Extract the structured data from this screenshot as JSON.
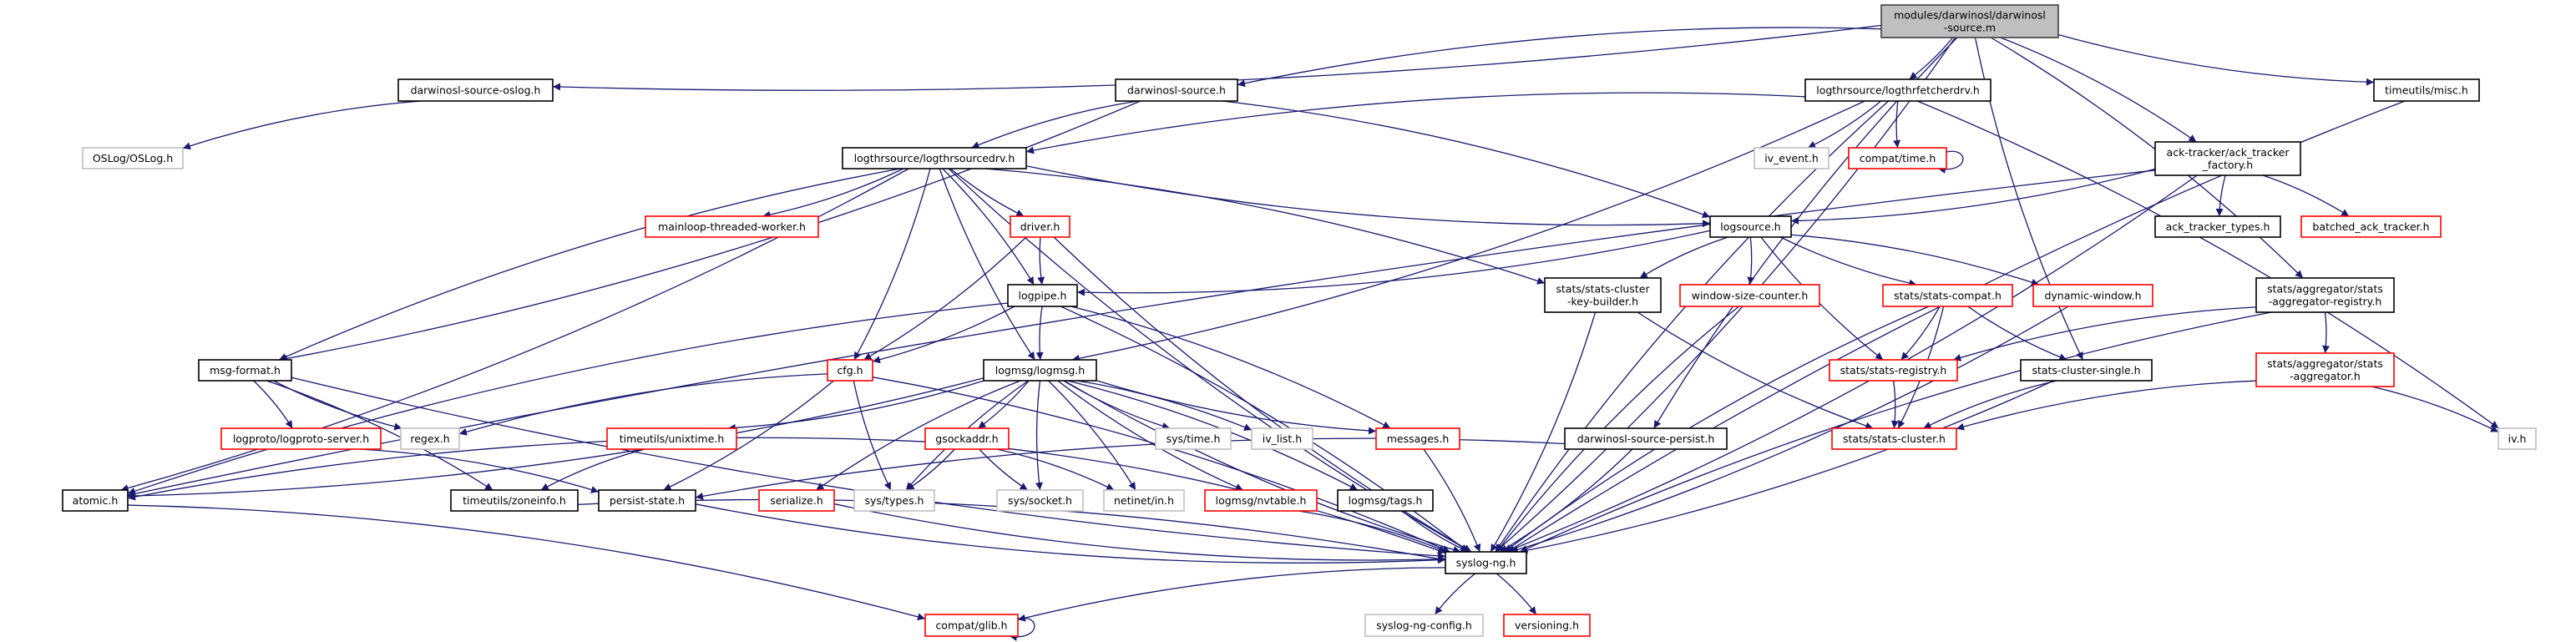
{
  "colors": {
    "edge": "#191970",
    "border_default": "#000000",
    "border_missing": "#ff0000",
    "border_external": "#bfbfbf",
    "root_fill": "#bfbfbf",
    "root_border": "#404040"
  },
  "nodes": [
    {
      "id": "root",
      "lines": [
        "modules/darwinosl/darwinosl",
        "-source.m"
      ],
      "kind": "root"
    },
    {
      "id": "oslog",
      "lines": [
        "darwinosl-source-oslog.h"
      ],
      "kind": "default"
    },
    {
      "id": "OSLog",
      "lines": [
        "OSLog/OSLog.h"
      ],
      "kind": "external"
    },
    {
      "id": "source_h",
      "lines": [
        "darwinosl-source.h"
      ],
      "kind": "default"
    },
    {
      "id": "fetcherdrv",
      "lines": [
        "logthrsource/logthrfetcherdrv.h"
      ],
      "kind": "default"
    },
    {
      "id": "misc",
      "lines": [
        "timeutils/misc.h"
      ],
      "kind": "default"
    },
    {
      "id": "sourcedrv",
      "lines": [
        "logthrsource/logthrsourcedrv.h"
      ],
      "kind": "default"
    },
    {
      "id": "iv_event",
      "lines": [
        "iv_event.h"
      ],
      "kind": "external"
    },
    {
      "id": "compat_time",
      "lines": [
        "compat/time.h"
      ],
      "kind": "missing"
    },
    {
      "id": "ack_factory",
      "lines": [
        "ack-tracker/ack_tracker",
        "_factory.h"
      ],
      "kind": "default"
    },
    {
      "id": "mainloop",
      "lines": [
        "mainloop-threaded-worker.h"
      ],
      "kind": "missing"
    },
    {
      "id": "driver",
      "lines": [
        "driver.h"
      ],
      "kind": "missing"
    },
    {
      "id": "logsource",
      "lines": [
        "logsource.h"
      ],
      "kind": "default"
    },
    {
      "id": "ack_types",
      "lines": [
        "ack_tracker_types.h"
      ],
      "kind": "default"
    },
    {
      "id": "batched",
      "lines": [
        "batched_ack_tracker.h"
      ],
      "kind": "missing"
    },
    {
      "id": "msg_format",
      "lines": [
        "msg-format.h"
      ],
      "kind": "default"
    },
    {
      "id": "cfg",
      "lines": [
        "cfg.h"
      ],
      "kind": "missing"
    },
    {
      "id": "logpipe",
      "lines": [
        "logpipe.h"
      ],
      "kind": "default"
    },
    {
      "id": "logmsg",
      "lines": [
        "logmsg/logmsg.h"
      ],
      "kind": "default"
    },
    {
      "id": "key_builder",
      "lines": [
        "stats/stats-cluster",
        "-key-builder.h"
      ],
      "kind": "default"
    },
    {
      "id": "wsc",
      "lines": [
        "window-size-counter.h"
      ],
      "kind": "missing"
    },
    {
      "id": "stats_compat",
      "lines": [
        "stats/stats-compat.h"
      ],
      "kind": "missing"
    },
    {
      "id": "dynwin",
      "lines": [
        "dynamic-window.h"
      ],
      "kind": "missing"
    },
    {
      "id": "agg_registry",
      "lines": [
        "stats/aggregator/stats",
        "-aggregator-registry.h"
      ],
      "kind": "default"
    },
    {
      "id": "logproto",
      "lines": [
        "logproto/logproto-server.h"
      ],
      "kind": "missing"
    },
    {
      "id": "regex",
      "lines": [
        "regex.h"
      ],
      "kind": "external"
    },
    {
      "id": "unixtime",
      "lines": [
        "timeutils/unixtime.h"
      ],
      "kind": "missing"
    },
    {
      "id": "gsockaddr",
      "lines": [
        "gsockaddr.h"
      ],
      "kind": "missing"
    },
    {
      "id": "sys_time",
      "lines": [
        "sys/time.h"
      ],
      "kind": "external"
    },
    {
      "id": "iv_list",
      "lines": [
        "iv_list.h"
      ],
      "kind": "external"
    },
    {
      "id": "messages",
      "lines": [
        "messages.h"
      ],
      "kind": "missing"
    },
    {
      "id": "persist_src",
      "lines": [
        "darwinosl-source-persist.h"
      ],
      "kind": "default"
    },
    {
      "id": "stats_registry",
      "lines": [
        "stats/stats-registry.h"
      ],
      "kind": "missing"
    },
    {
      "id": "cluster_single",
      "lines": [
        "stats-cluster-single.h"
      ],
      "kind": "default"
    },
    {
      "id": "aggregator",
      "lines": [
        "stats/aggregator/stats",
        "-aggregator.h"
      ],
      "kind": "missing"
    },
    {
      "id": "atomic",
      "lines": [
        "atomic.h"
      ],
      "kind": "default"
    },
    {
      "id": "zoneinfo",
      "lines": [
        "timeutils/zoneinfo.h"
      ],
      "kind": "default"
    },
    {
      "id": "persist_state",
      "lines": [
        "persist-state.h"
      ],
      "kind": "default"
    },
    {
      "id": "serialize",
      "lines": [
        "serialize.h"
      ],
      "kind": "missing"
    },
    {
      "id": "sys_types",
      "lines": [
        "sys/types.h"
      ],
      "kind": "external"
    },
    {
      "id": "sys_socket",
      "lines": [
        "sys/socket.h"
      ],
      "kind": "external"
    },
    {
      "id": "netinet",
      "lines": [
        "netinet/in.h"
      ],
      "kind": "external"
    },
    {
      "id": "nvtable",
      "lines": [
        "logmsg/nvtable.h"
      ],
      "kind": "missing"
    },
    {
      "id": "tags",
      "lines": [
        "logmsg/tags.h"
      ],
      "kind": "default"
    },
    {
      "id": "stats_cluster",
      "lines": [
        "stats/stats-cluster.h"
      ],
      "kind": "missing"
    },
    {
      "id": "iv_h",
      "lines": [
        "iv.h"
      ],
      "kind": "external"
    },
    {
      "id": "syslog_ng",
      "lines": [
        "syslog-ng.h"
      ],
      "kind": "default"
    },
    {
      "id": "glib",
      "lines": [
        "compat/glib.h"
      ],
      "kind": "missing"
    },
    {
      "id": "sng_config",
      "lines": [
        "syslog-ng-config.h"
      ],
      "kind": "external"
    },
    {
      "id": "versioning",
      "lines": [
        "versioning.h"
      ],
      "kind": "missing"
    }
  ],
  "edges": [
    [
      "root",
      "oslog"
    ],
    [
      "root",
      "source_h"
    ],
    [
      "root",
      "fetcherdrv"
    ],
    [
      "root",
      "misc"
    ],
    [
      "root",
      "ack_factory"
    ],
    [
      "root",
      "persist_src"
    ],
    [
      "root",
      "agg_registry"
    ],
    [
      "root",
      "cluster_single"
    ],
    [
      "root",
      "syslog_ng"
    ],
    [
      "oslog",
      "OSLog"
    ],
    [
      "source_h",
      "msg_format"
    ],
    [
      "source_h",
      "sourcedrv"
    ],
    [
      "source_h",
      "logsource"
    ],
    [
      "fetcherdrv",
      "sourcedrv"
    ],
    [
      "fetcherdrv",
      "iv_event"
    ],
    [
      "fetcherdrv",
      "compat_time"
    ],
    [
      "fetcherdrv",
      "logmsg"
    ],
    [
      "fetcherdrv",
      "syslog_ng"
    ],
    [
      "fetcherdrv",
      "iv_h"
    ],
    [
      "compat_time",
      "compat_time"
    ],
    [
      "sourcedrv",
      "mainloop"
    ],
    [
      "sourcedrv",
      "driver"
    ],
    [
      "sourcedrv",
      "logpipe"
    ],
    [
      "sourcedrv",
      "logmsg"
    ],
    [
      "sourcedrv",
      "cfg"
    ],
    [
      "sourcedrv",
      "msg_format"
    ],
    [
      "sourcedrv",
      "atomic"
    ],
    [
      "sourcedrv",
      "syslog_ng"
    ],
    [
      "sourcedrv",
      "key_builder"
    ],
    [
      "sourcedrv",
      "logsource"
    ],
    [
      "ack_factory",
      "logsource"
    ],
    [
      "ack_factory",
      "ack_types"
    ],
    [
      "ack_factory",
      "batched"
    ],
    [
      "ack_factory",
      "atomic"
    ],
    [
      "ack_factory",
      "syslog_ng"
    ],
    [
      "driver",
      "logpipe"
    ],
    [
      "driver",
      "cfg"
    ],
    [
      "driver",
      "syslog_ng"
    ],
    [
      "logsource",
      "logpipe"
    ],
    [
      "logsource",
      "key_builder"
    ],
    [
      "logsource",
      "wsc"
    ],
    [
      "logsource",
      "stats_compat"
    ],
    [
      "logsource",
      "dynwin"
    ],
    [
      "logsource",
      "stats_registry"
    ],
    [
      "logpipe",
      "cfg"
    ],
    [
      "logpipe",
      "logmsg"
    ],
    [
      "logpipe",
      "messages"
    ],
    [
      "logpipe",
      "atomic"
    ],
    [
      "logpipe",
      "syslog_ng"
    ],
    [
      "key_builder",
      "stats_cluster"
    ],
    [
      "key_builder",
      "syslog_ng"
    ],
    [
      "wsc",
      "syslog_ng"
    ],
    [
      "stats_compat",
      "stats_registry"
    ],
    [
      "stats_compat",
      "cluster_single"
    ],
    [
      "stats_compat",
      "stats_cluster"
    ],
    [
      "stats_compat",
      "syslog_ng"
    ],
    [
      "dynwin",
      "syslog_ng"
    ],
    [
      "agg_registry",
      "stats_registry"
    ],
    [
      "agg_registry",
      "aggregator"
    ],
    [
      "agg_registry",
      "syslog_ng"
    ],
    [
      "stats_registry",
      "stats_cluster"
    ],
    [
      "cluster_single",
      "stats_cluster"
    ],
    [
      "cluster_single",
      "syslog_ng"
    ],
    [
      "aggregator",
      "stats_cluster"
    ],
    [
      "aggregator",
      "iv_h"
    ],
    [
      "misc",
      "syslog_ng"
    ],
    [
      "msg_format",
      "logproto"
    ],
    [
      "msg_format",
      "regex"
    ],
    [
      "msg_format",
      "zoneinfo"
    ],
    [
      "msg_format",
      "syslog_ng"
    ],
    [
      "logproto",
      "persist_state"
    ],
    [
      "cfg",
      "regex"
    ],
    [
      "cfg",
      "persist_state"
    ],
    [
      "cfg",
      "sys_types"
    ],
    [
      "cfg",
      "syslog_ng"
    ],
    [
      "logmsg",
      "sys_types"
    ],
    [
      "logmsg",
      "gsockaddr"
    ],
    [
      "logmsg",
      "sys_socket"
    ],
    [
      "logmsg",
      "netinet"
    ],
    [
      "logmsg",
      "nvtable"
    ],
    [
      "logmsg",
      "tags"
    ],
    [
      "logmsg",
      "sys_time"
    ],
    [
      "logmsg",
      "iv_list"
    ],
    [
      "logmsg",
      "messages"
    ],
    [
      "logmsg",
      "unixtime"
    ],
    [
      "logmsg",
      "serialize"
    ],
    [
      "logmsg",
      "atomic"
    ],
    [
      "logmsg",
      "syslog_ng"
    ],
    [
      "gsockaddr",
      "sys_types"
    ],
    [
      "gsockaddr",
      "sys_socket"
    ],
    [
      "gsockaddr",
      "netinet"
    ],
    [
      "gsockaddr",
      "atomic"
    ],
    [
      "gsockaddr",
      "syslog_ng"
    ],
    [
      "unixtime",
      "zoneinfo"
    ],
    [
      "zoneinfo",
      "syslog_ng"
    ],
    [
      "persist_state",
      "syslog_ng"
    ],
    [
      "atomic",
      "glib"
    ],
    [
      "serialize",
      "syslog_ng"
    ],
    [
      "nvtable",
      "syslog_ng"
    ],
    [
      "tags",
      "syslog_ng"
    ],
    [
      "messages",
      "syslog_ng"
    ],
    [
      "persist_src",
      "persist_state"
    ],
    [
      "persist_src",
      "syslog_ng"
    ],
    [
      "syslog_ng",
      "sng_config"
    ],
    [
      "syslog_ng",
      "versioning"
    ],
    [
      "syslog_ng",
      "glib"
    ],
    [
      "glib",
      "glib"
    ]
  ]
}
